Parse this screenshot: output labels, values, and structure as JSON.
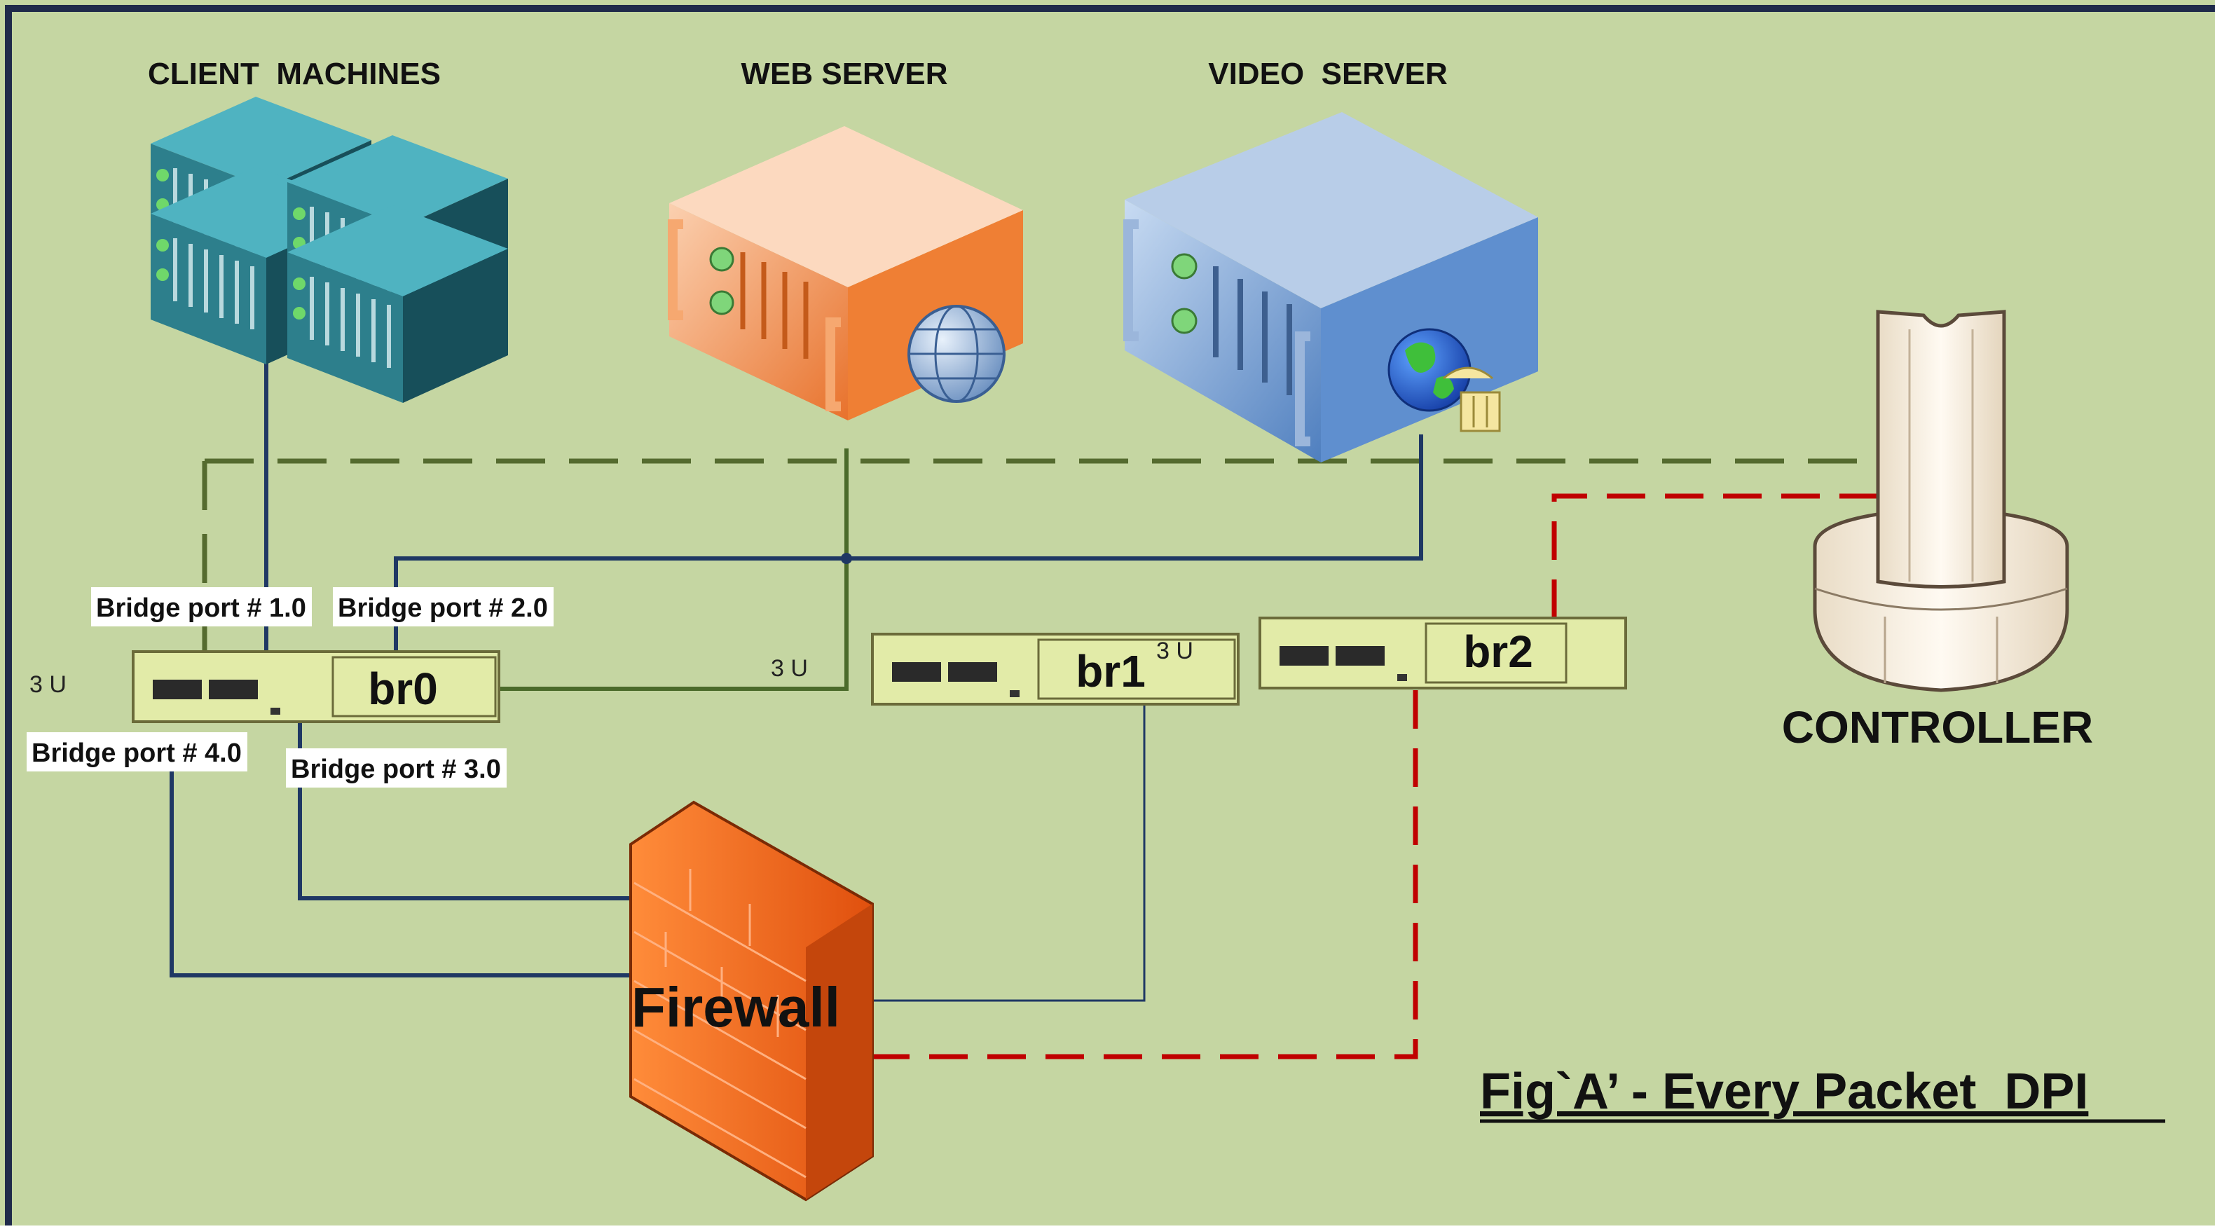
{
  "colors": {
    "background": "#c5d6a2",
    "frame": "#1f2a4a",
    "dashed_green": "#556b2f",
    "dashed_red": "#c00000",
    "link_navy": "#1f3864",
    "link_green": "#4b6b2a",
    "client_teal": "#2e7f8c",
    "web_orange": "#f39a5a",
    "video_blue": "#7fa6d6",
    "firewall_orange": "#f26b1d",
    "controller_cream": "#f6efe3",
    "bridge_fill": "#e2eba8"
  },
  "nodes": {
    "client": {
      "label": "CLIENT  MACHINES",
      "icon": "server-stack-icon"
    },
    "web": {
      "label": "WEB SERVER",
      "icon": "web-server-icon"
    },
    "video": {
      "label": "VIDEO  SERVER",
      "icon": "video-server-icon"
    },
    "controller": {
      "label": "CONTROLLER",
      "icon": "controller-tower-icon"
    },
    "firewall": {
      "label": "Firewall",
      "icon": "brick-wall-icon"
    }
  },
  "bridges": [
    {
      "id": "br0",
      "label": "br0"
    },
    {
      "id": "br1",
      "label": "br1"
    },
    {
      "id": "br2",
      "label": "br2"
    }
  ],
  "port_labels": [
    "Bridge port # 1.0",
    "Bridge port # 2.0",
    "Bridge port # 4.0",
    "Bridge port # 3.0"
  ],
  "rack_units": [
    "3 U",
    "3 U",
    "3 U"
  ],
  "caption": "Fig`A’ - Every Packet  DPI"
}
